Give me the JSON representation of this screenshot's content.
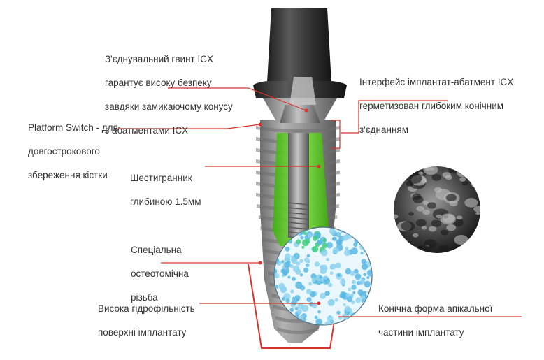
{
  "diagram": {
    "labels": {
      "screw": [
        "З'єднувальний гвинт ICX",
        "гарантує високу безпеку",
        "завдяки замикаючому конусу",
        "з абатментами ICX"
      ],
      "interface": [
        "Інтерфейс імплантат-абатмент ICX",
        "герметизован глибоким конічним",
        "з'єднанням"
      ],
      "platform": [
        "Platform Switch - для",
        "довгострокового",
        "збереження кістки"
      ],
      "hex": [
        "Шестигранник",
        "глибиною 1.5мм"
      ],
      "thread": [
        "Спеціальна",
        "остеотомічна",
        "різьба"
      ],
      "surface": [
        "Висока гідрофільність",
        "поверхні імплантату"
      ],
      "apical": [
        "Конічна форма апікальної",
        "частини імплантату"
      ]
    },
    "colors": {
      "leader": "#d9342b",
      "text": "#333333",
      "implant": "#8c8c8c",
      "green": "#5fd21f",
      "particles": "#8fd3ef"
    },
    "icons": {
      "implant": "dental-implant-cross-section",
      "micro": "surface-microstructure-photo",
      "zoom": "magnified-surface-circle"
    }
  }
}
